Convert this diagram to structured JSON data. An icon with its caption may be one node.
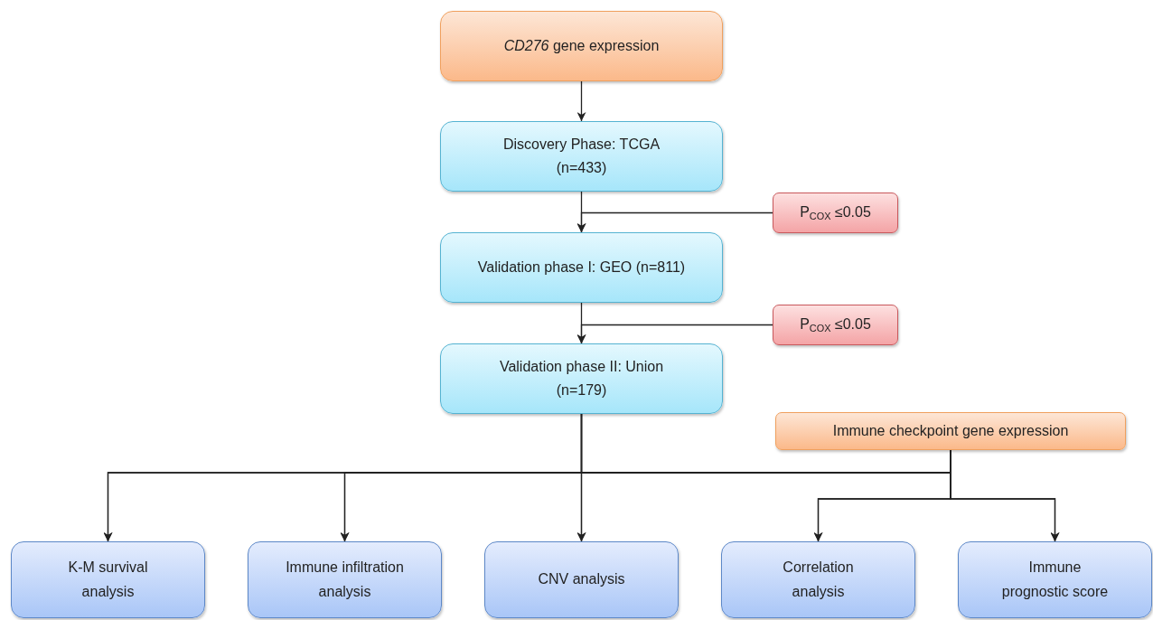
{
  "diagram": {
    "nodes": [
      {
        "text": [
          "*CD276* gene expression"
        ]
      },
      {
        "text": [
          "Discovery Phase: TCGA (n=433)"
        ]
      },
      {
        "text": [
          "Validation phase I: GEO (n=811)"
        ]
      },
      {
        "text": [
          "Validation phase II: Union (n=179)"
        ]
      },
      {
        "text": [
          "P$_{COX}$ ≤0.05"
        ]
      },
      {
        "text": [
          "P$_{COX}$ ≤0.05"
        ]
      },
      {
        "text": [
          "Immune checkpoint gene expression"
        ]
      },
      {
        "text": [
          "K-M survival analysis"
        ]
      },
      {
        "text": [
          "Immune infiltration analysis"
        ]
      },
      {
        "text": [
          "CNV analysis"
        ]
      },
      {
        "text": [
          "Correlation analysis"
        ]
      },
      {
        "text": [
          "Immune prognostic score"
        ]
      }
    ],
    "edges": [
      {
        "from": 0,
        "to": 1,
        "arrow": "to"
      },
      {
        "from": 1,
        "to": 2,
        "arrow": "to"
      },
      {
        "from": 4,
        "to": 2,
        "arrow": "to"
      },
      {
        "from": 2,
        "to": 3,
        "arrow": "to"
      },
      {
        "from": 5,
        "to": 3,
        "arrow": "to"
      },
      {
        "from": 3,
        "to": 7,
        "arrow": "to"
      },
      {
        "from": 3,
        "to": 8,
        "arrow": "to"
      },
      {
        "from": 3,
        "to": 9,
        "arrow": "to"
      },
      {
        "from": 3,
        "to": 10,
        "arrow": "to"
      },
      {
        "from": 3,
        "to": 11,
        "arrow": "to"
      },
      {
        "from": 6,
        "to": 7,
        "arrow": "to"
      },
      {
        "from": 6,
        "to": 8,
        "arrow": "to"
      },
      {
        "from": 6,
        "to": 9,
        "arrow": "to"
      },
      {
        "from": 6,
        "to": 10,
        "arrow": "to"
      },
      {
        "from": 6,
        "to": 11,
        "arrow": "to"
      }
    ]
  }
}
